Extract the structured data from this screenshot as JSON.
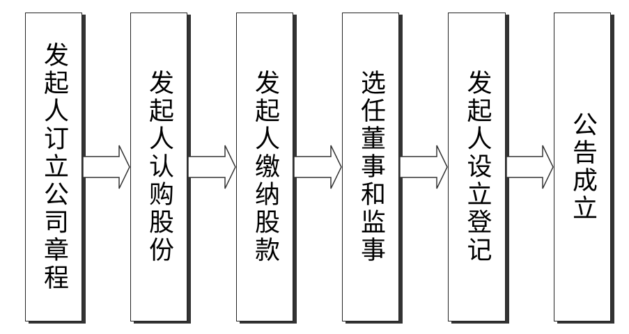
{
  "steps": [
    {
      "label": "发起人订立公司章程"
    },
    {
      "label": "发起人认购股份"
    },
    {
      "label": "发起人缴纳股款"
    },
    {
      "label": "选任董事和监事"
    },
    {
      "label": "发起人设立登记"
    },
    {
      "label": "公告成立"
    }
  ],
  "colors": {
    "border": "#222222",
    "shadow": "#333333",
    "arrow_stroke": "#333333",
    "text": "#000000"
  }
}
